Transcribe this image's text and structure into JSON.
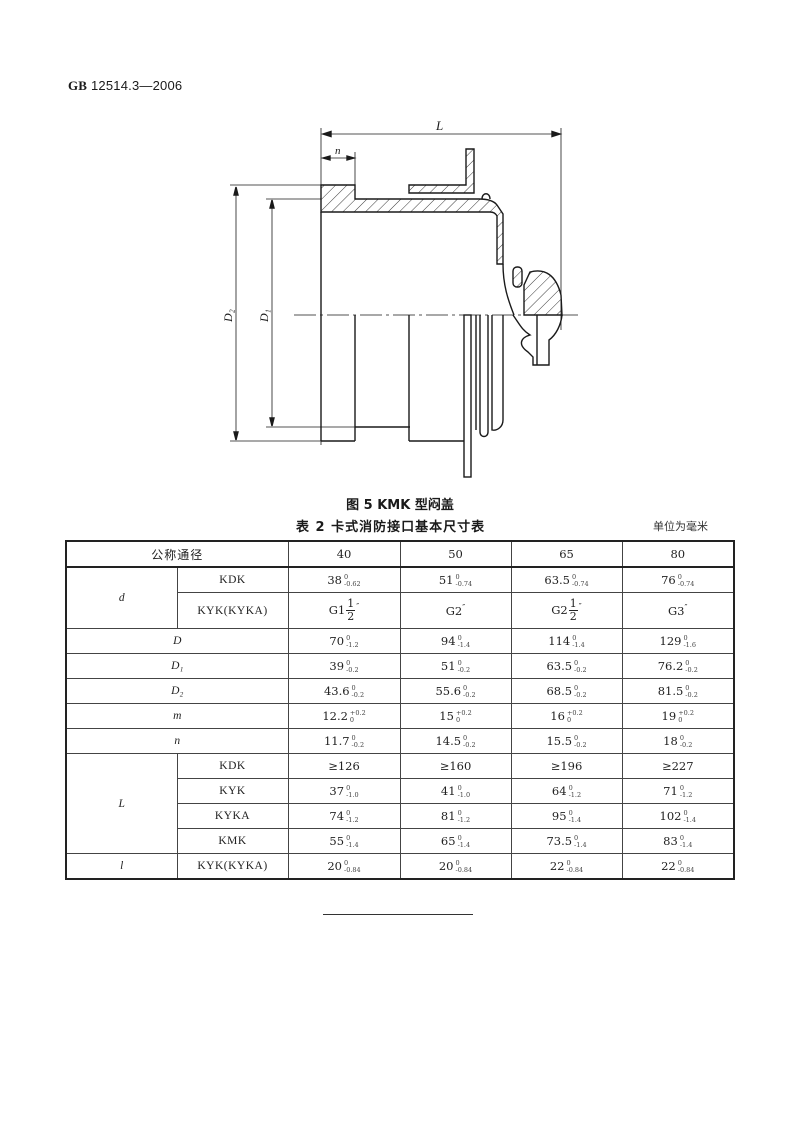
{
  "header": {
    "standard_code_prefix": "GB",
    "standard_code": "12514.3—2006"
  },
  "figure": {
    "caption": "图 5   KMK 型闷盖",
    "dimension_labels": {
      "L": "L",
      "n": "n",
      "D1": "D₁",
      "D2": "D₂"
    }
  },
  "table": {
    "title": "表 2   卡式消防接口基本尺寸表",
    "unit_note": "单位为毫米",
    "header": {
      "label": "公称通径",
      "columns": [
        "40",
        "50",
        "65",
        "80"
      ]
    },
    "rows": {
      "d_kdk": {
        "symbol": "d",
        "type": "KDK",
        "cells": [
          {
            "base": "38",
            "upper": "0",
            "lower": "-0.62"
          },
          {
            "base": "51",
            "upper": "0",
            "lower": "-0.74"
          },
          {
            "base": "63.5",
            "upper": "0",
            "lower": "-0.74"
          },
          {
            "base": "76",
            "upper": "0",
            "lower": "-0.74"
          }
        ]
      },
      "d_kyk": {
        "type": "KYK(KYKA)",
        "cells": [
          {
            "base": "G1",
            "frac_num": "1",
            "frac_den": "2",
            "suffix": "″"
          },
          {
            "base": "G2",
            "suffix": "″"
          },
          {
            "base": "G2",
            "frac_num": "1",
            "frac_den": "2",
            "suffix": "″"
          },
          {
            "base": "G3",
            "suffix": "″"
          }
        ]
      },
      "D": {
        "symbol": "D",
        "cells": [
          {
            "base": "70",
            "upper": "0",
            "lower": "-1.2"
          },
          {
            "base": "94",
            "upper": "0",
            "lower": "-1.4"
          },
          {
            "base": "114",
            "upper": "0",
            "lower": "-1.4"
          },
          {
            "base": "129",
            "upper": "0",
            "lower": "-1.6"
          }
        ]
      },
      "D1": {
        "symbol": "D₁",
        "cells": [
          {
            "base": "39",
            "upper": "0",
            "lower": "-0.2"
          },
          {
            "base": "51",
            "upper": "0",
            "lower": "-0.2"
          },
          {
            "base": "63.5",
            "upper": "0",
            "lower": "-0.2"
          },
          {
            "base": "76.2",
            "upper": "0",
            "lower": "-0.2"
          }
        ]
      },
      "D2": {
        "symbol": "D₂",
        "cells": [
          {
            "base": "43.6",
            "upper": "0",
            "lower": "-0.2"
          },
          {
            "base": "55.6",
            "upper": "0",
            "lower": "-0.2"
          },
          {
            "base": "68.5",
            "upper": "0",
            "lower": "-0.2"
          },
          {
            "base": "81.5",
            "upper": "0",
            "lower": "-0.2"
          }
        ]
      },
      "m": {
        "symbol": "m",
        "cells": [
          {
            "base": "12.2",
            "upper": "+0.2",
            "lower": "0"
          },
          {
            "base": "15",
            "upper": "+0.2",
            "lower": "0"
          },
          {
            "base": "16",
            "upper": "+0.2",
            "lower": "0"
          },
          {
            "base": "19",
            "upper": "+0.2",
            "lower": "0"
          }
        ]
      },
      "n": {
        "symbol": "n",
        "cells": [
          {
            "base": "11.7",
            "upper": "0",
            "lower": "-0.2"
          },
          {
            "base": "14.5",
            "upper": "0",
            "lower": "-0.2"
          },
          {
            "base": "15.5",
            "upper": "0",
            "lower": "-0.2"
          },
          {
            "base": "18",
            "upper": "0",
            "lower": "-0.2"
          }
        ]
      },
      "L_kdk": {
        "symbol": "L",
        "type": "KDK",
        "cells": [
          {
            "base": "≥126"
          },
          {
            "base": "≥160"
          },
          {
            "base": "≥196"
          },
          {
            "base": "≥227"
          }
        ]
      },
      "L_kyk": {
        "type": "KYK",
        "cells": [
          {
            "base": "37",
            "upper": "0",
            "lower": "-1.0"
          },
          {
            "base": "41",
            "upper": "0",
            "lower": "-1.0"
          },
          {
            "base": "64",
            "upper": "0",
            "lower": "-1.2"
          },
          {
            "base": "71",
            "upper": "0",
            "lower": "-1.2"
          }
        ]
      },
      "L_kyka": {
        "type": "KYKA",
        "cells": [
          {
            "base": "74",
            "upper": "0",
            "lower": "-1.2"
          },
          {
            "base": "81",
            "upper": "0",
            "lower": "-1.2"
          },
          {
            "base": "95",
            "upper": "0",
            "lower": "-1.4"
          },
          {
            "base": "102",
            "upper": "0",
            "lower": "-1.4"
          }
        ]
      },
      "L_kmk": {
        "type": "KMK",
        "cells": [
          {
            "base": "55",
            "upper": "0",
            "lower": "-1.4"
          },
          {
            "base": "65",
            "upper": "0",
            "lower": "-1.4"
          },
          {
            "base": "73.5",
            "upper": "0",
            "lower": "-1.4"
          },
          {
            "base": "83",
            "upper": "0",
            "lower": "-1.4"
          }
        ]
      },
      "l": {
        "symbol": "l",
        "type": "KYK(KYKA)",
        "cells": [
          {
            "base": "20",
            "upper": "0",
            "lower": "-0.84"
          },
          {
            "base": "20",
            "upper": "0",
            "lower": "-0.84"
          },
          {
            "base": "22",
            "upper": "0",
            "lower": "-0.84"
          },
          {
            "base": "22",
            "upper": "0",
            "lower": "-0.84"
          }
        ]
      }
    }
  }
}
